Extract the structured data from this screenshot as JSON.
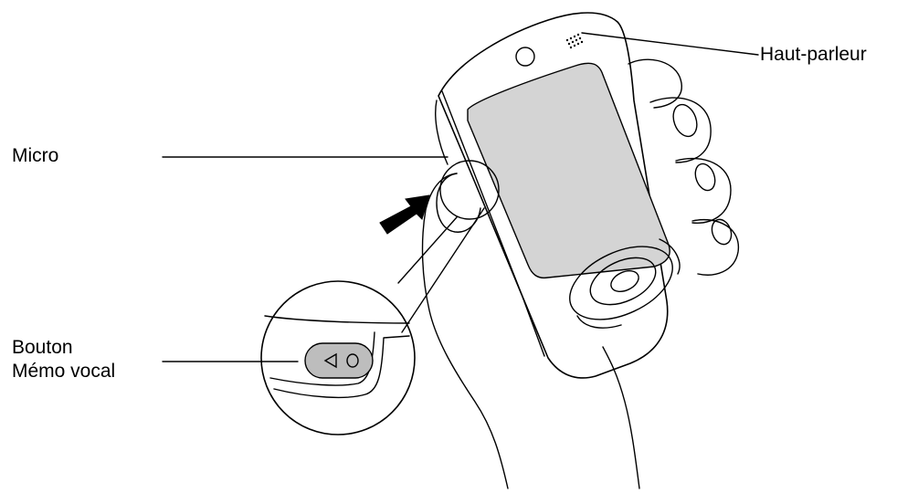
{
  "labels": {
    "speaker": "Haut-parleur",
    "microphone": "Micro",
    "voice_memo_line1": "Bouton",
    "voice_memo_line2": "Mémo vocal"
  },
  "colors": {
    "line": "#000000",
    "screen": "#d4d4d4",
    "button": "#bdbdbd",
    "arrow": "#000000"
  }
}
